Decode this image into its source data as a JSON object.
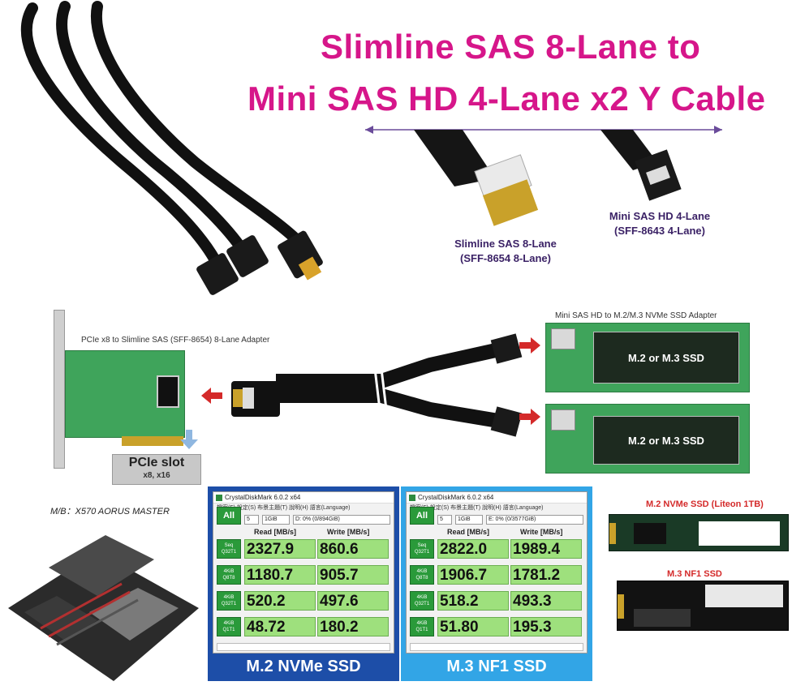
{
  "title": {
    "line1": "Slimline SAS 8-Lane to",
    "line2": "Mini SAS HD 4-Lane x2 Y Cable"
  },
  "connectors": {
    "slimline": {
      "line1": "Slimline SAS 8-Lane",
      "line2": "(SFF-8654 8-Lane)"
    },
    "minisas": {
      "line1": "Mini SAS HD 4-Lane",
      "line2": "(SFF-8643 4-Lane)"
    }
  },
  "adapters": {
    "pcie_adapter_label": "PCIe x8 to Slimline SAS (SFF-8654) 8-Lane Adapter",
    "pcie_slot": {
      "title": "PCIe slot",
      "sub": "x8, x16"
    },
    "nvme_adapter_label": "Mini SAS HD to M.2/M.3 NVMe SSD Adapter",
    "slot_label": "M.2 or M.3 SSD"
  },
  "motherboard_label": "M/B：X570 AORUS MASTER",
  "ssd_photos": {
    "m2_label": "M.2 NVMe SSD (Liteon 1TB)",
    "m3_label": "M.3 NF1 SSD"
  },
  "benchmarks": [
    {
      "window_title": "CrystalDiskMark 6.0.2 x64",
      "menu": "檔案(F)  設定(S)  布景主題(T)  說明(H)  語言(Language)",
      "count": "5",
      "size": "1GiB",
      "drive": "D: 0% (0/894GiB)",
      "all_label": "All",
      "read_header": "Read [MB/s]",
      "write_header": "Write [MB/s]",
      "rows": [
        {
          "l1": "Seq",
          "l2": "Q32T1",
          "read": "2327.9",
          "write": "860.6"
        },
        {
          "l1": "4KiB",
          "l2": "Q8T8",
          "read": "1180.7",
          "write": "905.7"
        },
        {
          "l1": "4KiB",
          "l2": "Q32T1",
          "read": "520.2",
          "write": "497.6"
        },
        {
          "l1": "4KiB",
          "l2": "Q1T1",
          "read": "48.72",
          "write": "180.2"
        }
      ],
      "footer": "M.2 NVMe SSD"
    },
    {
      "window_title": "CrystalDiskMark 6.0.2 x64",
      "menu": "檔案(F)  設定(S)  布景主題(T)  說明(H)  語言(Language)",
      "count": "5",
      "size": "1GiB",
      "drive": "E: 0% (0/3577GiB)",
      "all_label": "All",
      "read_header": "Read [MB/s]",
      "write_header": "Write [MB/s]",
      "rows": [
        {
          "l1": "Seq",
          "l2": "Q32T1",
          "read": "2822.0",
          "write": "1989.4"
        },
        {
          "l1": "4KiB",
          "l2": "Q8T8",
          "read": "1906.7",
          "write": "1781.2"
        },
        {
          "l1": "4KiB",
          "l2": "Q32T1",
          "read": "518.2",
          "write": "493.3"
        },
        {
          "l1": "4KiB",
          "l2": "Q1T1",
          "read": "51.80",
          "write": "195.3"
        }
      ],
      "footer": "M.3 NF1 SSD"
    }
  ],
  "colors": {
    "title": "#d6168a",
    "label": "#3b2266",
    "pcb": "#3fa45b",
    "cdm_green": "#2a9a3a",
    "cdm_value": "#9ee07d",
    "nvme_panel": "#1d4ea8",
    "nf1_panel": "#32a5e6",
    "arrow": "#d42a2a"
  }
}
